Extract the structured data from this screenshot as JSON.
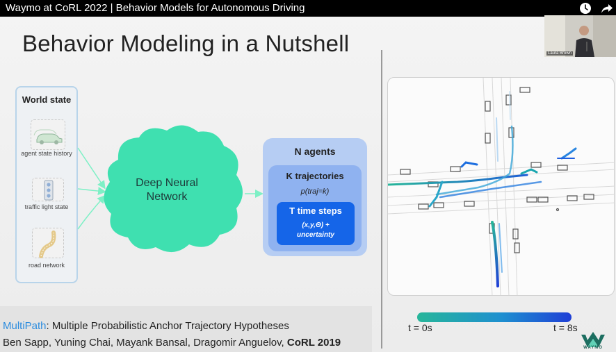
{
  "video": {
    "title": "Waymo at CoRL 2022 | Behavior Models for Autonomous Driving",
    "icons": [
      "clock-icon",
      "share-icon"
    ]
  },
  "presenter": {
    "name": "Laura Brown"
  },
  "slide": {
    "title": "Behavior Modeling in a Nutshell",
    "world_state": {
      "title": "World state",
      "items": [
        {
          "label": "agent state history",
          "icon": "cars-icon"
        },
        {
          "label": "traffic light state",
          "icon": "traffic-light-icon"
        },
        {
          "label": "road network",
          "icon": "road-icon"
        }
      ]
    },
    "network": {
      "label": "Deep Neural Network"
    },
    "agents": {
      "title": "N agents",
      "trajectories_title": "K trajectories",
      "trajectories_prob": "p(traj=k)",
      "time_steps_title": "T time steps",
      "time_steps_state": "(x,y,Θ) +",
      "time_steps_uncertainty": "uncertainty"
    },
    "legend": {
      "start": "t = 0s",
      "end": "t = 8s",
      "colors": [
        "#27b69a",
        "#1e8fd0",
        "#1f3fd6"
      ]
    },
    "citation": {
      "name": "MultiPath",
      "title": ": Multiple Probabilistic Anchor Trajectory Hypotheses",
      "authors": "Ben Sapp, Yuning Chai, Mayank Bansal, Dragomir Anguelov, ",
      "venue": "CoRL 2019"
    },
    "logo": {
      "text": "WAYMO"
    }
  },
  "colors": {
    "cloud": "#3fe0b0",
    "agents_outer": "#b6cdf3",
    "agents_mid": "#8fb2f0",
    "agents_inner": "#1565e8",
    "arrow": "#7ef0c6",
    "citation_accent": "#2a8bde"
  }
}
